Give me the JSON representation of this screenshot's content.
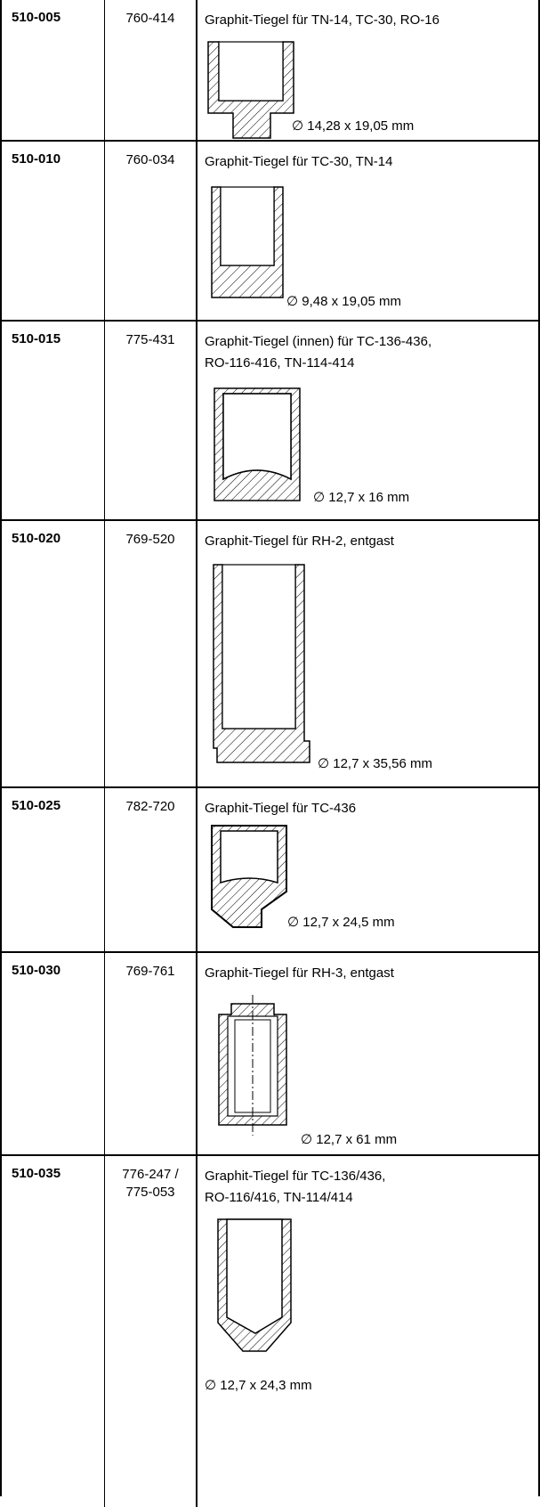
{
  "rows": [
    {
      "code": "510-005",
      "part": "760-414",
      "desc": [
        "Graphit-Tiegel für TN-14, TC-30, RO-16"
      ],
      "dim": "∅ 14,28 x 19,05 mm",
      "drawing": "crucible-stepped-base"
    },
    {
      "code": "510-010",
      "part": "760-034",
      "desc": [
        "Graphit-Tiegel für TC-30, TN-14"
      ],
      "dim": "∅ 9,48 x 19,05 mm",
      "drawing": "crucible-thick-base"
    },
    {
      "code": "510-015",
      "part": "775-431",
      "desc": [
        "Graphit-Tiegel (innen) für TC-136-436,",
        "RO-116-416, TN-114-414"
      ],
      "dim": "∅ 12,7 x 16 mm",
      "drawing": "crucible-curved-base"
    },
    {
      "code": "510-020",
      "part": "769-520",
      "desc": [
        "Graphit-Tiegel für RH-2, entgast"
      ],
      "dim": "∅ 12,7 x 35,56 mm",
      "drawing": "crucible-tall"
    },
    {
      "code": "510-025",
      "part": "782-720",
      "desc": [
        "Graphit-Tiegel für TC-436"
      ],
      "dim": "∅ 12,7 x 24,5 mm",
      "drawing": "crucible-stem"
    },
    {
      "code": "510-030",
      "part": "769-761",
      "desc": [
        "Graphit-Tiegel für RH-3, entgast"
      ],
      "dim": "∅ 12,7 x 61 mm",
      "drawing": "crucible-tube-centerline"
    },
    {
      "code": "510-035",
      "part": "776-247 / 775-053",
      "desc": [
        "Graphit-Tiegel für TC-136/436,",
        "RO-116/416, TN-114/414"
      ],
      "dim": "∅ 12,7 x 24,3 mm",
      "drawing": "crucible-pointed-base"
    }
  ]
}
